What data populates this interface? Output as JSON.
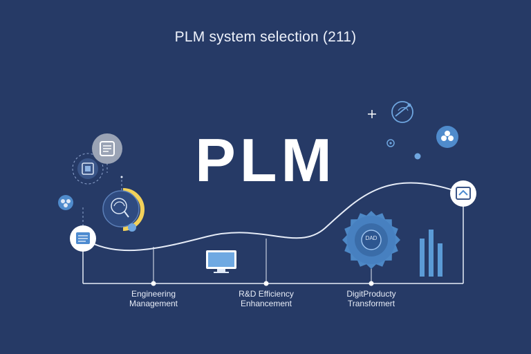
{
  "title": "PLM system selection (211)",
  "hero_text": "PLM",
  "colors": {
    "background": "#263a66",
    "accent": "#5b9bd6",
    "line": "#e6ecf7",
    "highlight": "#f2d15a"
  },
  "icons": [
    "document-icon",
    "chip-icon",
    "gear-icon",
    "atom-icon",
    "brain-icon",
    "radar-icon",
    "people-icon",
    "monitor-icon",
    "bar-chart-icon",
    "plus-icon"
  ],
  "milestones": [
    {
      "line1": "Engineering",
      "line2": "Management"
    },
    {
      "line1": "R&D Efficiency",
      "line2": "Enhancement"
    },
    {
      "line1": "DigitProducty",
      "line2": "Transformert"
    }
  ],
  "gear_badge": "DAD"
}
